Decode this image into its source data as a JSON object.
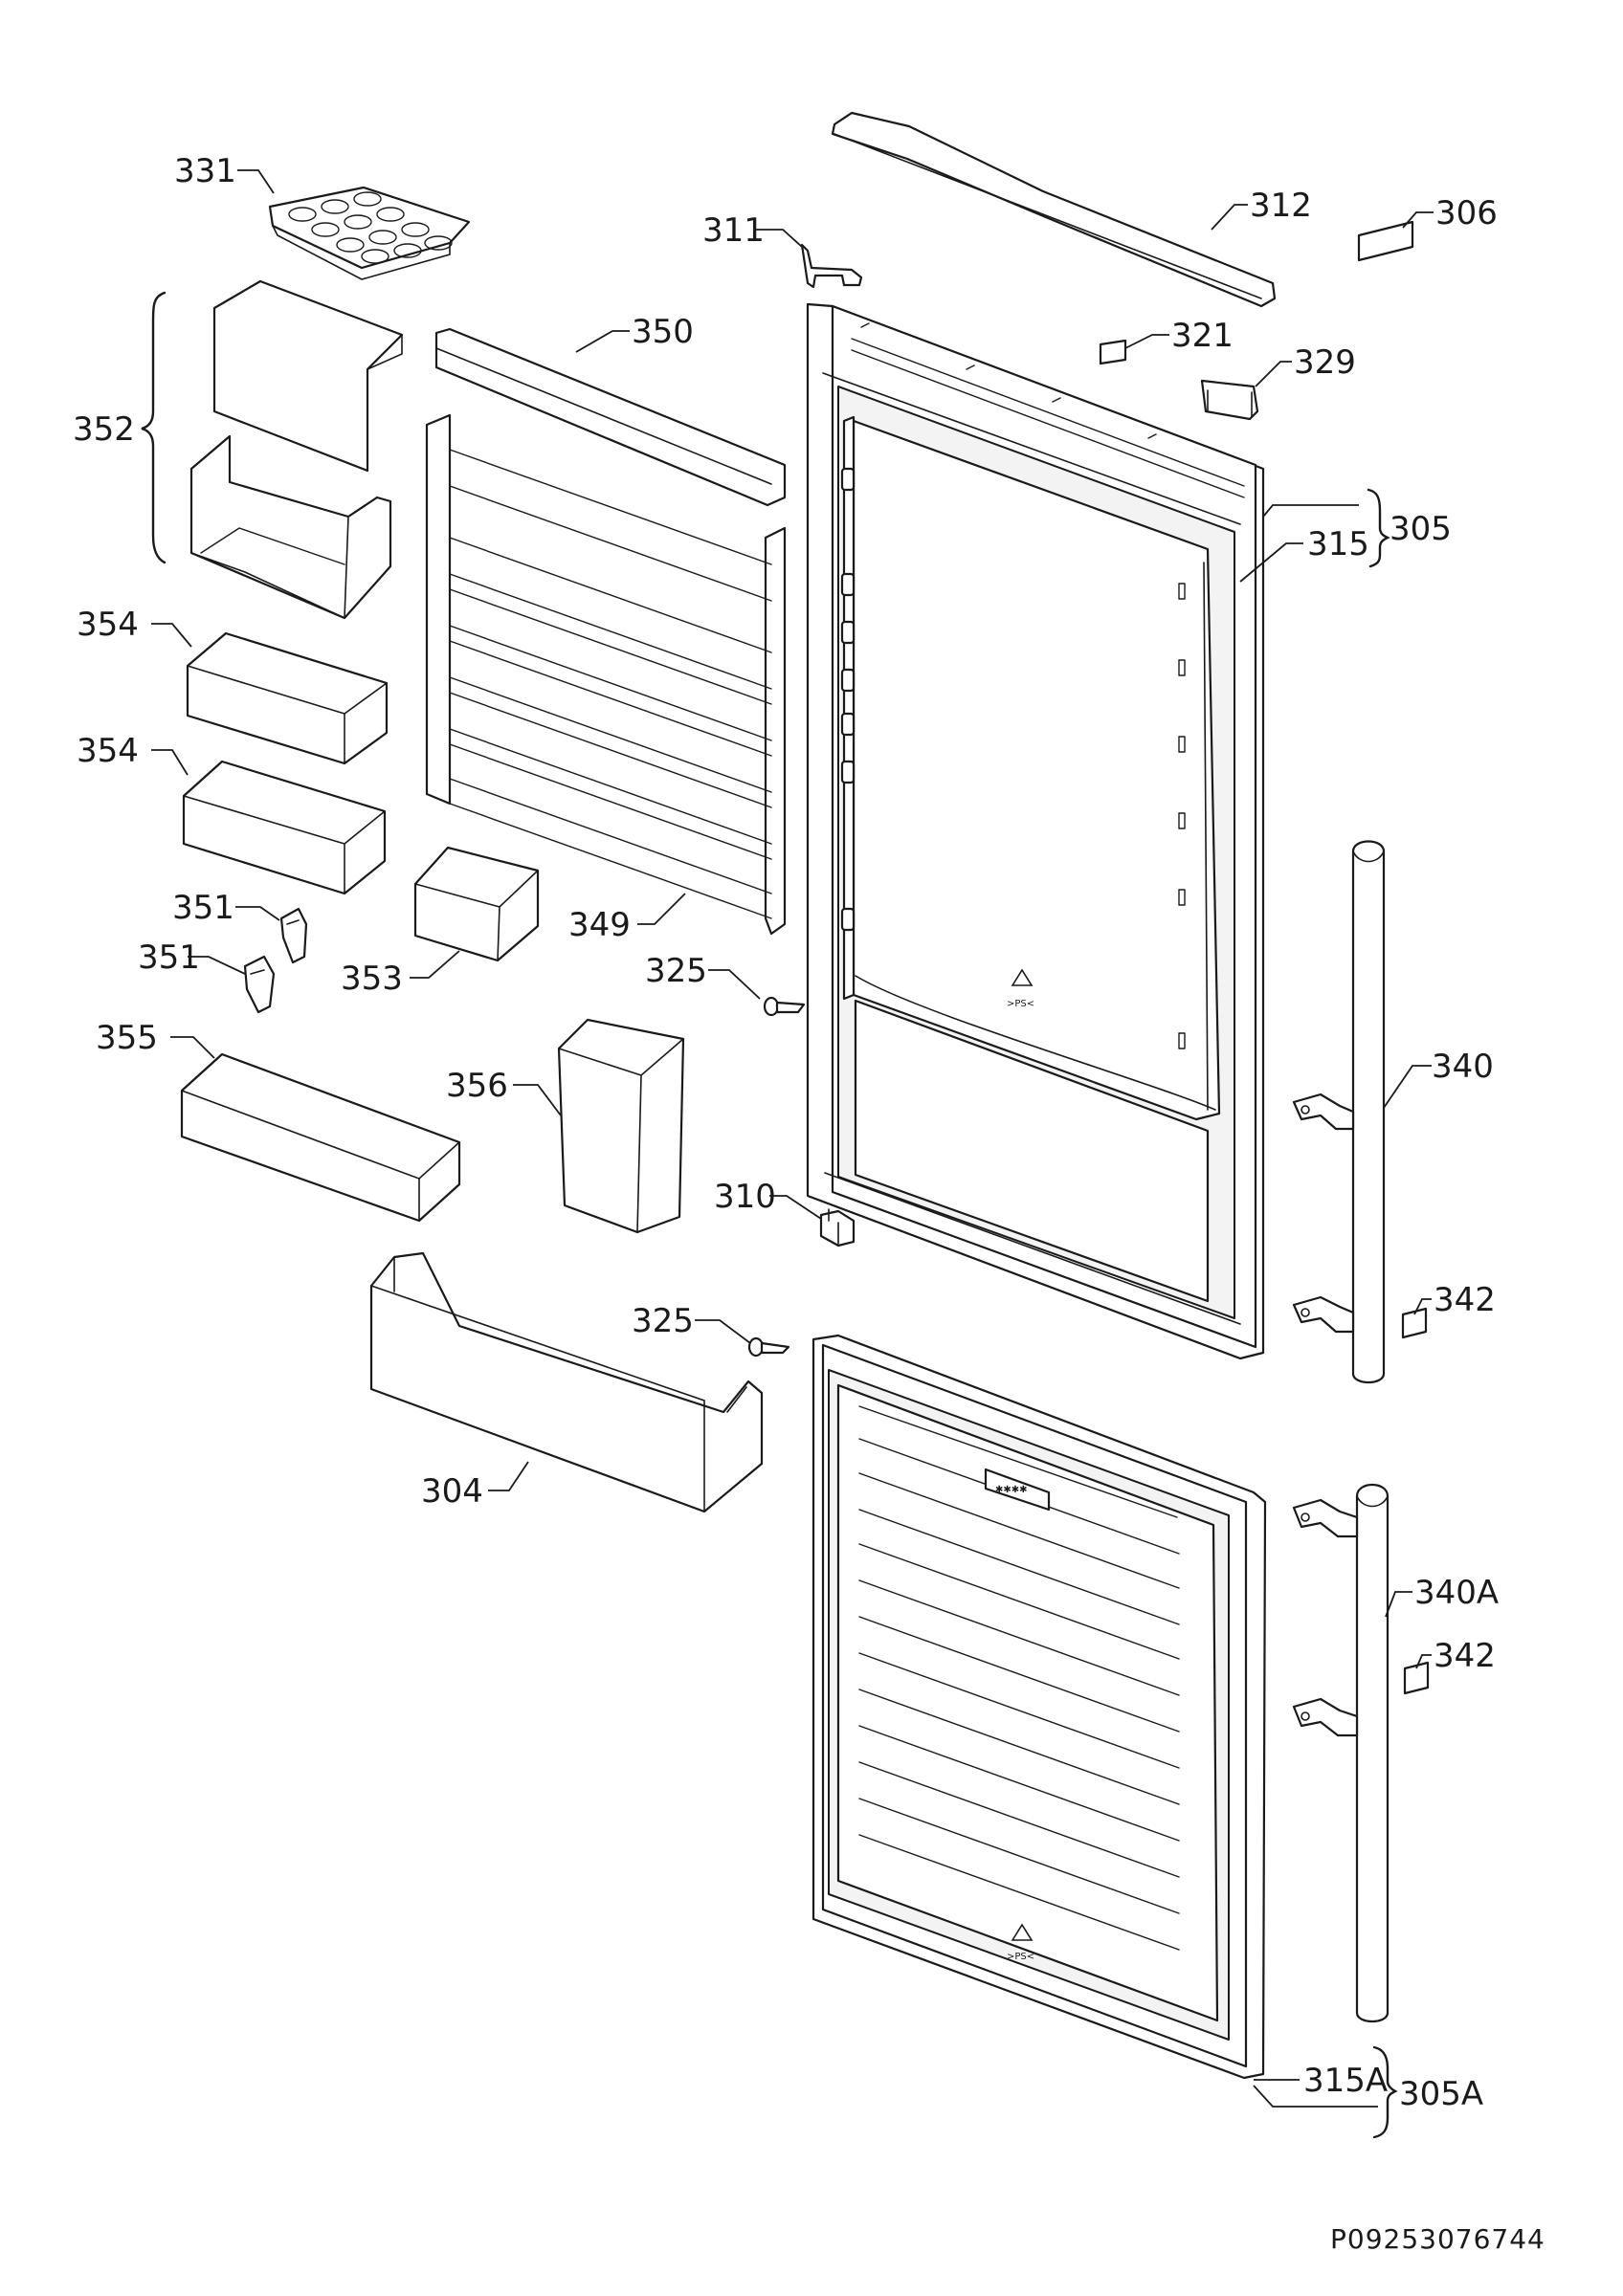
{
  "reference_code": "P09253076744",
  "labels": {
    "l304": "304",
    "l305": "305",
    "l305A": "305A",
    "l306": "306",
    "l310": "310",
    "l311": "311",
    "l312": "312",
    "l315": "315",
    "l315A": "315A",
    "l321": "321",
    "l325a": "325",
    "l325b": "325",
    "l329": "329",
    "l331": "331",
    "l340": "340",
    "l340A": "340A",
    "l342a": "342",
    "l342b": "342",
    "l349": "349",
    "l350": "350",
    "l351a": "351",
    "l351b": "351",
    "l352": "352",
    "l353": "353",
    "l354a": "354",
    "l354b": "354",
    "l355": "355",
    "l356": "356"
  }
}
